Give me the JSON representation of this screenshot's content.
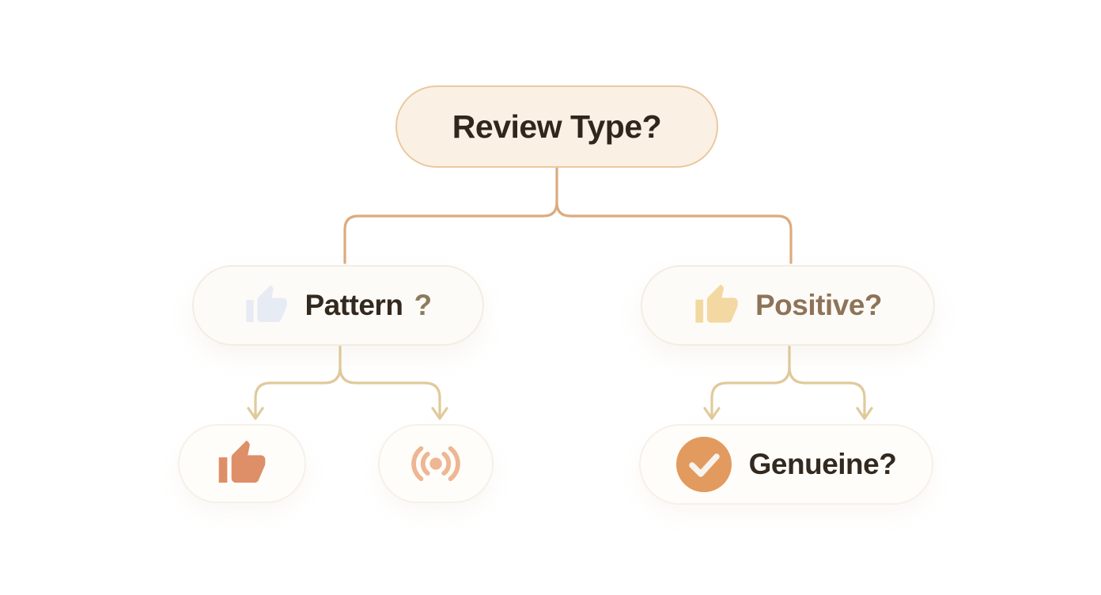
{
  "diagram": {
    "root": {
      "label": "Review Type?"
    },
    "branches": [
      {
        "id": "pattern",
        "label": "Pattern",
        "question_mark": "?",
        "icon": "thumbs-up-ghost-icon"
      },
      {
        "id": "positive",
        "label": "Positive?",
        "icon": "thumbs-up-tan-icon"
      }
    ],
    "leaves": [
      {
        "id": "thumbs-up",
        "icon": "thumbs-up-salmon-icon"
      },
      {
        "id": "broadcast",
        "icon": "broadcast-signal-icon"
      },
      {
        "id": "genuine",
        "label": "Genueine?",
        "icon": "check-circle-icon"
      }
    ]
  },
  "colors": {
    "root_fill": "#faf1e4",
    "root_border": "#eac9a0",
    "root_text": "#30261c",
    "branch_fill": "#fdfbf7",
    "branch_border": "#f3ede2",
    "leaf_fill": "#fefdfa",
    "leaf_border": "#f6f1e8",
    "connector_top": "#dcab7d",
    "connector_sub": "#e0ca9b",
    "dark_text": "#33291f",
    "muted_question": "#8d7b5d",
    "positive_text": "#8d7458",
    "thumb_ghost": "#e7ebf4",
    "thumb_tan": "#f3d8a1",
    "thumb_salmon": "#de8f68",
    "broadcast": "#edb08b",
    "check_circle": "#e29a5e",
    "check_mark": "#f7f4ef"
  }
}
